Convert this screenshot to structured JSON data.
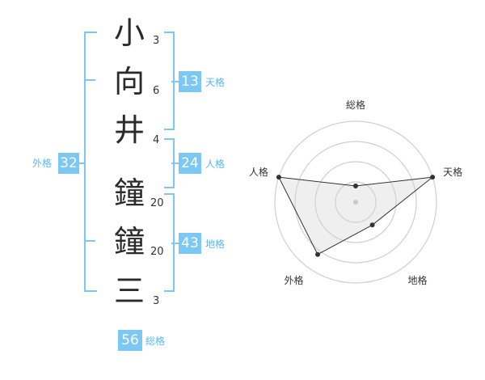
{
  "name": {
    "chars": [
      {
        "char": "小",
        "strokes": "3"
      },
      {
        "char": "向",
        "strokes": "6"
      },
      {
        "char": "井",
        "strokes": "4"
      },
      {
        "char": "鐘",
        "strokes": "20"
      },
      {
        "char": "鐘",
        "strokes": "20"
      },
      {
        "char": "三",
        "strokes": "3"
      }
    ]
  },
  "kakusu": {
    "tenkaku": {
      "value": "13",
      "label": "天格"
    },
    "jinkaku": {
      "value": "24",
      "label": "人格"
    },
    "chikaku": {
      "value": "43",
      "label": "地格"
    },
    "gaikaku": {
      "value": "32",
      "label": "外格"
    },
    "soukaku": {
      "value": "56",
      "label": "総格"
    }
  },
  "colors": {
    "accent": "#7cc8f4",
    "text": "#2b2b2b"
  },
  "chart_data": {
    "type": "radar",
    "axes": [
      "総格",
      "天格",
      "地格",
      "外格",
      "人格"
    ],
    "values": [
      0.2,
      1.0,
      0.35,
      0.8,
      1.0
    ],
    "rings": 4,
    "max": 1.0
  }
}
